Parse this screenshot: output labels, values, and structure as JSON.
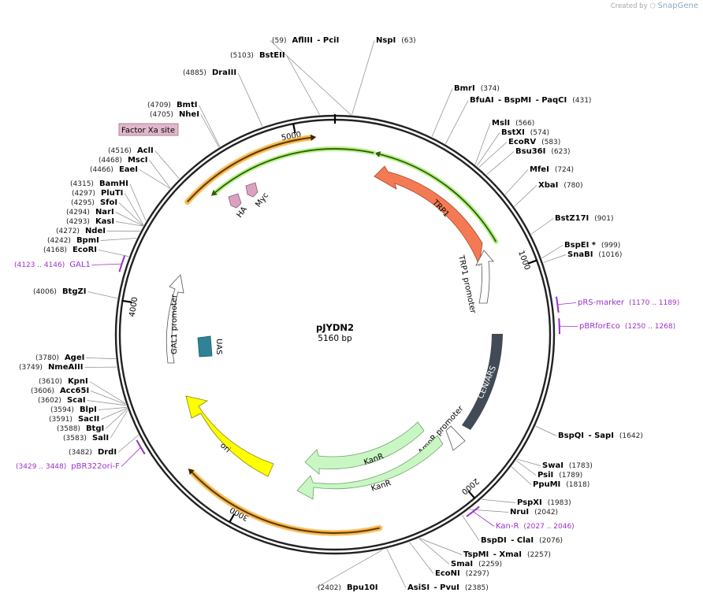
{
  "credit": {
    "prefix": "Created by",
    "brand": "SnapGene"
  },
  "plasmid": {
    "name": "pJYDN2",
    "length_label": "5160 bp",
    "length": 5160
  },
  "colors": {
    "primer": "#9b30c8",
    "backbone": "#222222"
  },
  "ticks": [
    {
      "pos": 1000,
      "label": "1000"
    },
    {
      "pos": 2000,
      "label": "2000"
    },
    {
      "pos": 3000,
      "label": "3000"
    },
    {
      "pos": 4000,
      "label": "4000"
    },
    {
      "pos": 5000,
      "label": "5000"
    }
  ],
  "enzyme_labels": [
    {
      "id": "afliii",
      "pos": 59,
      "text": [
        [
          "(59)",
          "p"
        ],
        [
          "AflIII",
          "n"
        ],
        [
          " - PciI",
          "n"
        ]
      ]
    },
    {
      "id": "nspi",
      "pos": 63,
      "text": [
        [
          "NspI",
          "n"
        ],
        [
          "(63)",
          "p"
        ]
      ]
    },
    {
      "id": "bmri",
      "pos": 374,
      "text": [
        [
          "BmrI",
          "n"
        ],
        [
          "(374)",
          "p"
        ]
      ]
    },
    {
      "id": "bfuai",
      "pos": 431,
      "text": [
        [
          "BfuAI",
          "n"
        ],
        [
          " - BspMI",
          "n"
        ],
        [
          " - PaqCI",
          "n"
        ],
        [
          "(431)",
          "p"
        ]
      ]
    },
    {
      "id": "msli",
      "pos": 566,
      "text": [
        [
          "MslI",
          "n"
        ],
        [
          "(566)",
          "p"
        ]
      ]
    },
    {
      "id": "bstxi",
      "pos": 574,
      "text": [
        [
          "BstXI",
          "n"
        ],
        [
          "(574)",
          "p"
        ]
      ]
    },
    {
      "id": "ecorv",
      "pos": 583,
      "text": [
        [
          "EcoRV",
          "n"
        ],
        [
          "(583)",
          "p"
        ]
      ]
    },
    {
      "id": "bsu36i",
      "pos": 623,
      "text": [
        [
          "Bsu36I",
          "n"
        ],
        [
          "(623)",
          "p"
        ]
      ]
    },
    {
      "id": "mfei",
      "pos": 724,
      "text": [
        [
          "MfeI",
          "n"
        ],
        [
          "(724)",
          "p"
        ]
      ]
    },
    {
      "id": "xbai",
      "pos": 780,
      "text": [
        [
          "XbaI",
          "n"
        ],
        [
          "(780)",
          "p"
        ]
      ]
    },
    {
      "id": "bstz17i",
      "pos": 901,
      "text": [
        [
          "BstZ17I",
          "n"
        ],
        [
          "(901)",
          "p"
        ]
      ]
    },
    {
      "id": "bspei",
      "pos": 999,
      "text": [
        [
          "BspEI *",
          "n"
        ],
        [
          "(999)",
          "p"
        ]
      ]
    },
    {
      "id": "snabi",
      "pos": 1016,
      "text": [
        [
          "SnaBI",
          "n"
        ],
        [
          "(1016)",
          "p"
        ]
      ]
    },
    {
      "id": "bspqi",
      "pos": 1642,
      "text": [
        [
          "BspQI",
          "n"
        ],
        [
          " - SapI",
          "n"
        ],
        [
          "(1642)",
          "p"
        ]
      ]
    },
    {
      "id": "swai",
      "pos": 1783,
      "text": [
        [
          "SwaI",
          "n"
        ],
        [
          "(1783)",
          "p"
        ]
      ]
    },
    {
      "id": "psii",
      "pos": 1789,
      "text": [
        [
          "PsiI",
          "n"
        ],
        [
          "(1789)",
          "p"
        ]
      ]
    },
    {
      "id": "ppumi",
      "pos": 1818,
      "text": [
        [
          "PpuMI",
          "n"
        ],
        [
          "(1818)",
          "p"
        ]
      ]
    },
    {
      "id": "pspxi",
      "pos": 1983,
      "text": [
        [
          "PspXI",
          "n"
        ],
        [
          "(1983)",
          "p"
        ]
      ]
    },
    {
      "id": "drui",
      "pos": 2042,
      "text": [
        [
          "NruI",
          "n"
        ],
        [
          "(2042)",
          "p"
        ]
      ]
    },
    {
      "id": "bspdi",
      "pos": 2076,
      "text": [
        [
          "BspDI",
          "n"
        ],
        [
          " - ClaI",
          "n"
        ],
        [
          "(2076)",
          "p"
        ]
      ]
    },
    {
      "id": "tspmi",
      "pos": 2257,
      "text": [
        [
          "TspMI",
          "n"
        ],
        [
          " - XmaI",
          "n"
        ],
        [
          "(2257)",
          "p"
        ]
      ]
    },
    {
      "id": "smai",
      "pos": 2259,
      "text": [
        [
          "SmaI",
          "n"
        ],
        [
          "(2259)",
          "p"
        ]
      ]
    },
    {
      "id": "econi",
      "pos": 2297,
      "text": [
        [
          "EcoNI",
          "n"
        ],
        [
          "(2297)",
          "p"
        ]
      ]
    },
    {
      "id": "asisi",
      "pos": 2385,
      "text": [
        [
          "AsiSI",
          "n"
        ],
        [
          " - PvuI",
          "n"
        ],
        [
          "(2385)",
          "p"
        ]
      ]
    },
    {
      "id": "bpu10i",
      "pos": 2402,
      "text": [
        [
          "(2402)",
          "p"
        ],
        [
          "Bpu10I",
          "n"
        ]
      ]
    },
    {
      "id": "drdi",
      "pos": 3482,
      "text": [
        [
          "(3482)",
          "p"
        ],
        [
          "DrdI",
          "n"
        ]
      ]
    },
    {
      "id": "sali",
      "pos": 3583,
      "text": [
        [
          "(3583)",
          "p"
        ],
        [
          "SalI",
          "n"
        ]
      ]
    },
    {
      "id": "btgi",
      "pos": 3588,
      "text": [
        [
          "(3588)",
          "p"
        ],
        [
          "BtgI",
          "n"
        ]
      ]
    },
    {
      "id": "sacii",
      "pos": 3591,
      "text": [
        [
          "(3591)",
          "p"
        ],
        [
          "SacII",
          "n"
        ]
      ]
    },
    {
      "id": "blpi",
      "pos": 3594,
      "text": [
        [
          "(3594)",
          "p"
        ],
        [
          "BlpI",
          "n"
        ]
      ]
    },
    {
      "id": "scai",
      "pos": 3602,
      "text": [
        [
          "(3602)",
          "p"
        ],
        [
          "ScaI",
          "n"
        ]
      ]
    },
    {
      "id": "acc65i",
      "pos": 3606,
      "text": [
        [
          "(3606)",
          "p"
        ],
        [
          "Acc65I",
          "n"
        ]
      ]
    },
    {
      "id": "kpni",
      "pos": 3610,
      "text": [
        [
          "(3610)",
          "p"
        ],
        [
          "KpnI",
          "n"
        ]
      ]
    },
    {
      "id": "nmeaiii",
      "pos": 3749,
      "text": [
        [
          "(3749)",
          "p"
        ],
        [
          "NmeAIII",
          "n"
        ]
      ]
    },
    {
      "id": "agei",
      "pos": 3780,
      "text": [
        [
          "(3780)",
          "p"
        ],
        [
          "AgeI",
          "n"
        ]
      ]
    },
    {
      "id": "btgzi",
      "pos": 4006,
      "text": [
        [
          "(4006)",
          "p"
        ],
        [
          "BtgZI",
          "n"
        ]
      ]
    },
    {
      "id": "ecori",
      "pos": 4168,
      "text": [
        [
          "(4168)",
          "p"
        ],
        [
          "EcoRI",
          "n"
        ]
      ]
    },
    {
      "id": "bpmi",
      "pos": 4242,
      "text": [
        [
          "(4242)",
          "p"
        ],
        [
          "BpmI",
          "n"
        ]
      ]
    },
    {
      "id": "ndei",
      "pos": 4272,
      "text": [
        [
          "(4272)",
          "p"
        ],
        [
          "NdeI",
          "n"
        ]
      ]
    },
    {
      "id": "kasi",
      "pos": 4293,
      "text": [
        [
          "(4293)",
          "p"
        ],
        [
          "KasI",
          "n"
        ]
      ]
    },
    {
      "id": "nari",
      "pos": 4294,
      "text": [
        [
          "(4294)",
          "p"
        ],
        [
          "NarI",
          "n"
        ]
      ]
    },
    {
      "id": "sfoi",
      "pos": 4295,
      "text": [
        [
          "(4295)",
          "p"
        ],
        [
          "SfoI",
          "n"
        ]
      ]
    },
    {
      "id": "plutI",
      "pos": 4297,
      "text": [
        [
          "(4297)",
          "p"
        ],
        [
          "PluTI",
          "n"
        ]
      ]
    },
    {
      "id": "bamhi",
      "pos": 4315,
      "text": [
        [
          "(4315)",
          "p"
        ],
        [
          "BamHI",
          "n"
        ]
      ]
    },
    {
      "id": "eaei",
      "pos": 4466,
      "text": [
        [
          "(4466)",
          "p"
        ],
        [
          "EaeI",
          "n"
        ]
      ]
    },
    {
      "id": "msci",
      "pos": 4468,
      "text": [
        [
          "(4468)",
          "p"
        ],
        [
          "MscI",
          "n"
        ]
      ]
    },
    {
      "id": "acli",
      "pos": 4516,
      "text": [
        [
          "(4516)",
          "p"
        ],
        [
          "AclI",
          "n"
        ]
      ]
    },
    {
      "id": "nhei",
      "pos": 4705,
      "text": [
        [
          "(4705)",
          "p"
        ],
        [
          "NheI",
          "n"
        ]
      ]
    },
    {
      "id": "bmti",
      "pos": 4709,
      "text": [
        [
          "(4709)",
          "p"
        ],
        [
          "BmtI",
          "n"
        ]
      ]
    },
    {
      "id": "draiii",
      "pos": 4885,
      "text": [
        [
          "(4885)",
          "p"
        ],
        [
          "DraIII",
          "n"
        ]
      ]
    },
    {
      "id": "bsteii",
      "pos": 5103,
      "text": [
        [
          "(5103)",
          "p"
        ],
        [
          "BstEII",
          "n"
        ]
      ]
    }
  ],
  "primers": [
    {
      "id": "prs-marker",
      "name": "pRS-marker",
      "range": "(1170 .. 1189)",
      "start": 1170,
      "end": 1189
    },
    {
      "id": "pbrforeco",
      "name": "pBRforEco",
      "range": "(1250 .. 1268)",
      "start": 1250,
      "end": 1268
    },
    {
      "id": "kan-r",
      "name": "Kan-R",
      "range": "(2027 .. 2046)",
      "start": 2027,
      "end": 2046
    },
    {
      "id": "pbr322ori-f",
      "name": "pBR322ori-F",
      "range": "(3429 .. 3448)",
      "start": 3429,
      "end": 3448
    },
    {
      "id": "gal1",
      "name": "GAL1",
      "range": "(4123 .. 4146)",
      "start": 4123,
      "end": 4146
    }
  ],
  "features": [
    {
      "id": "trp1",
      "label": "TRP1",
      "type": "cds",
      "color": "#f47a55"
    },
    {
      "id": "trp1-promoter",
      "label": "TRP1 promoter",
      "type": "promoter",
      "color": "#ffffff"
    },
    {
      "id": "cen-ars",
      "label": "CEN/ARS",
      "type": "rep",
      "color": "#414a55"
    },
    {
      "id": "ampr-promoter",
      "label": "AmpR promoter",
      "type": "promoter",
      "color": "#ffffff"
    },
    {
      "id": "kanr-1",
      "label": "KanR",
      "type": "cds",
      "color": "#c9f7c4"
    },
    {
      "id": "kanr-2",
      "label": "KanR",
      "type": "cds",
      "color": "#c9f7c4"
    },
    {
      "id": "ori",
      "label": "ori",
      "type": "rep",
      "color": "#ffff00"
    },
    {
      "id": "gal1-promoter",
      "label": "GAL1 promoter",
      "type": "promoter",
      "color": "#ffffff"
    },
    {
      "id": "uas",
      "label": "UAS",
      "type": "misc",
      "color": "#2f8297"
    },
    {
      "id": "ha",
      "label": "HA",
      "type": "tag",
      "color": "#d9a3c0"
    },
    {
      "id": "myc",
      "label": "Myc",
      "type": "tag",
      "color": "#d9a3c0"
    },
    {
      "id": "factor-xa",
      "label": "Factor Xa site",
      "type": "site",
      "color": "#d9a3c0"
    }
  ]
}
